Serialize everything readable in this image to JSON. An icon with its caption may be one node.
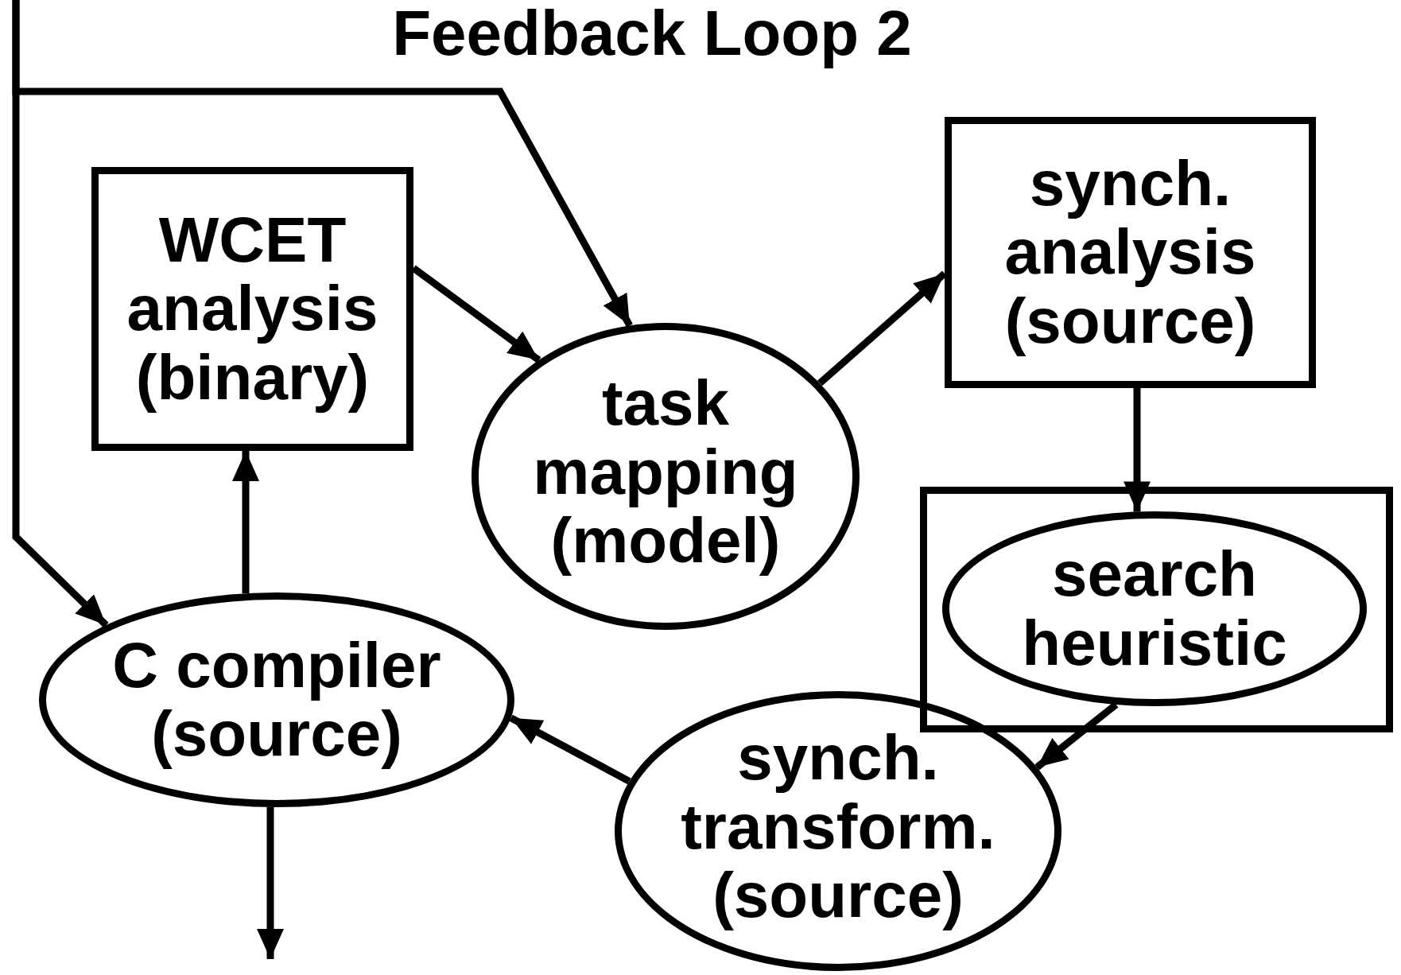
{
  "diagram": {
    "title": "Feedback Loop 2",
    "nodes": [
      {
        "text": [
          "WCET analysis (binary)"
        ]
      },
      {
        "text": [
          "task mapping (model)"
        ]
      },
      {
        "text": [
          "synch. analysis (source)"
        ]
      },
      {
        "text": [],
        "shape": "box"
      },
      {
        "text": [
          "search heuristic"
        ],
        "in": 3
      },
      {
        "text": [
          "C compiler (source)"
        ]
      },
      {
        "text": [
          "synch. transform. (source)"
        ]
      }
    ],
    "edges": [
      {
        "from": null,
        "to": 5,
        "arrow": "to"
      },
      {
        "from": null,
        "to": 1,
        "arrow": "to"
      },
      {
        "from": 0,
        "to": 1,
        "arrow": "to"
      },
      {
        "from": 1,
        "to": 2,
        "arrow": "to"
      },
      {
        "from": 2,
        "to": 4,
        "arrow": "to"
      },
      {
        "from": 4,
        "to": 6,
        "arrow": "to"
      },
      {
        "from": 6,
        "to": 5,
        "arrow": "to"
      },
      {
        "from": 5,
        "to": 0,
        "arrow": "to"
      },
      {
        "from": 5,
        "to": null,
        "arrow": "to"
      }
    ]
  }
}
